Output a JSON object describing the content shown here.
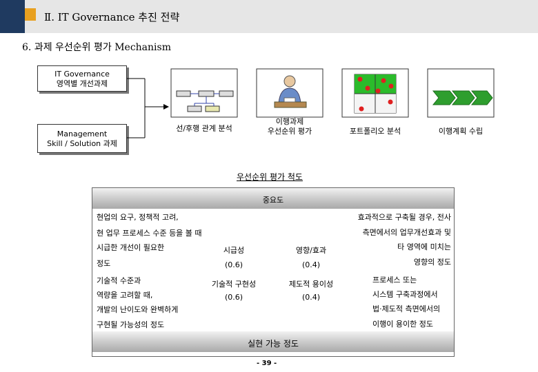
{
  "header": {
    "title": "Ⅱ. IT Governance 추진 전략"
  },
  "subtitle": "6. 과제 우선순위 평가 Mechanism",
  "inputs": {
    "box1_line1": "IT Governance",
    "box1_line2": "영역별 개선과제",
    "box2_line1": "Management",
    "box2_line2": "Skill / Solution 과제"
  },
  "process": {
    "step1": "선/후행 관계 분석",
    "step2_line1": "이행과제",
    "step2_line2": "우선순위 평가",
    "step3": "포트폴리오 분석",
    "step4": "이행계획 수립"
  },
  "criteria": {
    "title": "우선순위 평가 척도",
    "top_axis": "중요도",
    "bottom_axis": "실현 가능 정도",
    "left_top": [
      "현업의 요구, 정책적 고려,",
      "현 업무 프로세스 수준 등을 볼 때",
      "시급한 개선이 필요한",
      "정도"
    ],
    "left_bottom": [
      "기술적 수준과",
      "역량을 고려할 때,",
      "개발의 난이도와 완벽하게",
      "구현될 가능성의 정도"
    ],
    "right_top": [
      "효과적으로 구축될 경우, 전사",
      "측면에서의 업무개선효과 및",
      "타 영역에 미치는",
      "영향의 정도"
    ],
    "right_bottom": [
      "프로세스 또는",
      "시스템 구축과정에서",
      "법·제도적 측면에서의",
      "이행이 용이한 정도"
    ],
    "cells": {
      "urgency": "시급성",
      "urgency_w": "(0.6)",
      "impact": "영향/효과",
      "impact_w": "(0.4)",
      "tech": "기술적 구현성",
      "tech_w": "(0.6)",
      "regulatory": "제도적 용이성",
      "regulatory_w": "(0.4)"
    }
  },
  "page_number": "- 39 -",
  "colors": {
    "header_dark": "#1f3a60",
    "header_accent": "#e8a020",
    "chevron": "#2e9e2e",
    "portfolio_bg": "#2bbb2b",
    "dot": "#e02020"
  }
}
